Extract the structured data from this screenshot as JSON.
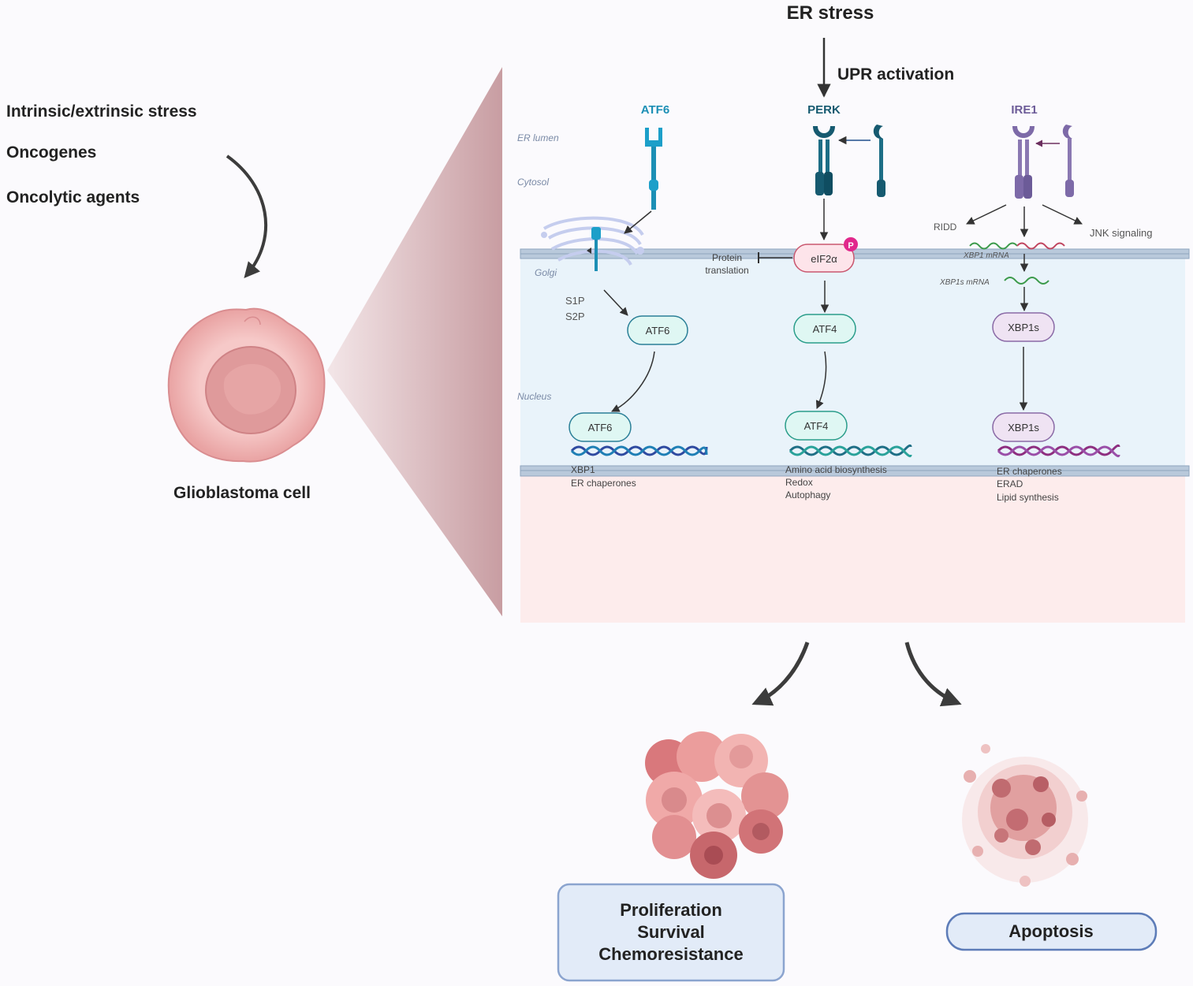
{
  "header": {
    "title": "ER stress",
    "subtitle": "UPR activation"
  },
  "stressors": [
    "Intrinsic/extrinsic stress",
    "Oncogenes",
    "Oncolytic agents"
  ],
  "cell": {
    "label": "Glioblastoma cell"
  },
  "compartments": {
    "er_lumen": "ER lumen",
    "cytosol": "Cytosol",
    "golgi": "Golgi",
    "nucleus": "Nucleus"
  },
  "atf6": {
    "sensor": "ATF6",
    "proteases": [
      "S1P",
      "S2P"
    ],
    "cytosolic": "ATF6",
    "nuclear": "ATF6",
    "targets": [
      "XBP1",
      "ER chaperones"
    ],
    "color": "#1c8fb5"
  },
  "perk": {
    "sensor": "PERK",
    "substrate": "eIF2α",
    "phospho": "P",
    "translation": [
      "Protein",
      "translation"
    ],
    "cytosolic": "ATF4",
    "nuclear": "ATF4",
    "targets": [
      "Amino acid biosynthesis",
      "Redox",
      "Autophagy"
    ],
    "color": "#165a70"
  },
  "ire1": {
    "sensor": "IRE1",
    "ridd": "RIDD",
    "jnk": "JNK signaling",
    "xbp1u": "XBP1 mRNA",
    "xbp1s_mrna": "XBP1s mRNA",
    "cytosolic": "XBP1s",
    "nuclear": "XBP1s",
    "targets": [
      "ER chaperones",
      "ERAD",
      "Lipid synthesis"
    ],
    "color": "#6c5b98"
  },
  "outcomes": {
    "left": [
      "Proliferation",
      "Survival",
      "Chemoresistance"
    ],
    "right": "Apoptosis"
  },
  "colors": {
    "cytoplasm": "#e9f3fa",
    "nucleus_bg": "#fdecec",
    "membrane": "#a9bdd3",
    "cell": "#f2b9b8",
    "cell_nucleus": "#d9878a",
    "pink_box": "#fde4ea",
    "teal_box": "#dff7f3",
    "purple_box": "#efe3f3",
    "outcome_box": "#e2ebf8",
    "arrow_dark": "#333333"
  }
}
